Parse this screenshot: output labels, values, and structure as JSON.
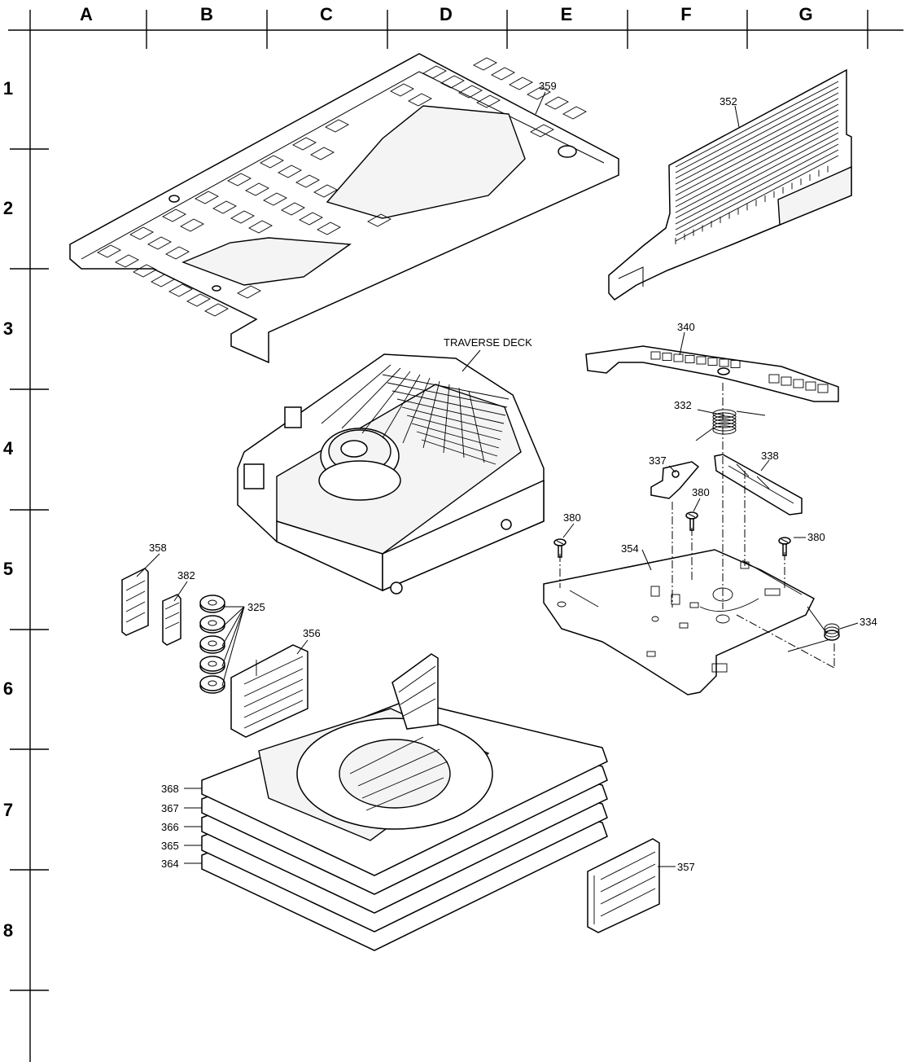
{
  "grid": {
    "columns": [
      "A",
      "B",
      "C",
      "D",
      "E",
      "F",
      "G"
    ],
    "rows": [
      "1",
      "2",
      "3",
      "4",
      "5",
      "6",
      "7",
      "8"
    ]
  },
  "labels": {
    "traverse_deck": "TRAVERSE DECK",
    "p359": "359",
    "p352": "352",
    "p340": "340",
    "p332": "332",
    "p337": "337",
    "p338": "338",
    "p380a": "380",
    "p380b": "380",
    "p380c": "380",
    "p354": "354",
    "p334": "334",
    "p358": "358",
    "p382": "382",
    "p325": "325",
    "p356": "356",
    "p368": "368",
    "p367": "367",
    "p366": "366",
    "p365": "365",
    "p364": "364",
    "p357": "357"
  }
}
